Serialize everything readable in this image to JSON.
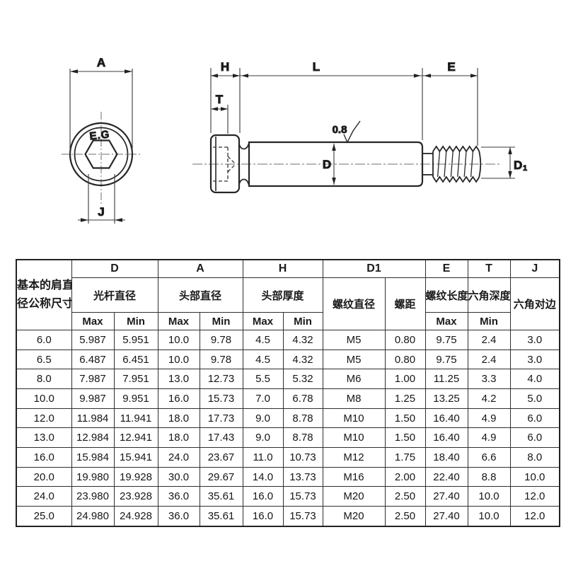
{
  "drawing": {
    "front_view": {
      "dim_a": "A",
      "dim_j": "J",
      "socket_label": "E.G"
    },
    "side_view": {
      "dim_h": "H",
      "dim_l": "L",
      "dim_e": "E",
      "dim_t": "T",
      "dim_d": "D",
      "dim_d1_main": "D",
      "dim_d1_sub": "1",
      "roughness_value": "0.8"
    }
  },
  "table": {
    "row_header": {
      "line1": "基本的肩直",
      "line2": "径公称尺寸"
    },
    "top": {
      "d": "D",
      "a": "A",
      "h": "H",
      "d1": "D1",
      "e": "E",
      "t": "T",
      "j": "J"
    },
    "names": {
      "d": "光杆直径",
      "a": "头部直径",
      "h": "头部厚度",
      "d1_dia": "螺纹直径",
      "d1_pitch": "螺距",
      "e": "螺纹长度",
      "t": "六角深度",
      "j": "六角对边"
    },
    "sub": {
      "max": "Max",
      "min": "Min"
    },
    "rows": [
      [
        "6.0",
        "5.987",
        "5.951",
        "10.0",
        "9.78",
        "4.5",
        "4.32",
        "M5",
        "0.80",
        "9.75",
        "2.4",
        "3.0"
      ],
      [
        "6.5",
        "6.487",
        "6.451",
        "10.0",
        "9.78",
        "4.5",
        "4.32",
        "M5",
        "0.80",
        "9.75",
        "2.4",
        "3.0"
      ],
      [
        "8.0",
        "7.987",
        "7.951",
        "13.0",
        "12.73",
        "5.5",
        "5.32",
        "M6",
        "1.00",
        "11.25",
        "3.3",
        "4.0"
      ],
      [
        "10.0",
        "9.987",
        "9.951",
        "16.0",
        "15.73",
        "7.0",
        "6.78",
        "M8",
        "1.25",
        "13.25",
        "4.2",
        "5.0"
      ],
      [
        "12.0",
        "11.984",
        "11.941",
        "18.0",
        "17.73",
        "9.0",
        "8.78",
        "M10",
        "1.50",
        "16.40",
        "4.9",
        "6.0"
      ],
      [
        "13.0",
        "12.984",
        "12.941",
        "18.0",
        "17.43",
        "9.0",
        "8.78",
        "M10",
        "1.50",
        "16.40",
        "4.9",
        "6.0"
      ],
      [
        "16.0",
        "15.984",
        "15.941",
        "24.0",
        "23.67",
        "11.0",
        "10.73",
        "M12",
        "1.75",
        "18.40",
        "6.6",
        "8.0"
      ],
      [
        "20.0",
        "19.980",
        "19.928",
        "30.0",
        "29.67",
        "14.0",
        "13.73",
        "M16",
        "2.00",
        "22.40",
        "8.8",
        "10.0"
      ],
      [
        "24.0",
        "23.980",
        "23.928",
        "36.0",
        "35.61",
        "16.0",
        "15.73",
        "M20",
        "2.50",
        "27.40",
        "10.0",
        "12.0"
      ],
      [
        "25.0",
        "24.980",
        "24.928",
        "36.0",
        "35.61",
        "16.0",
        "15.73",
        "M20",
        "2.50",
        "27.40",
        "10.0",
        "12.0"
      ]
    ]
  }
}
